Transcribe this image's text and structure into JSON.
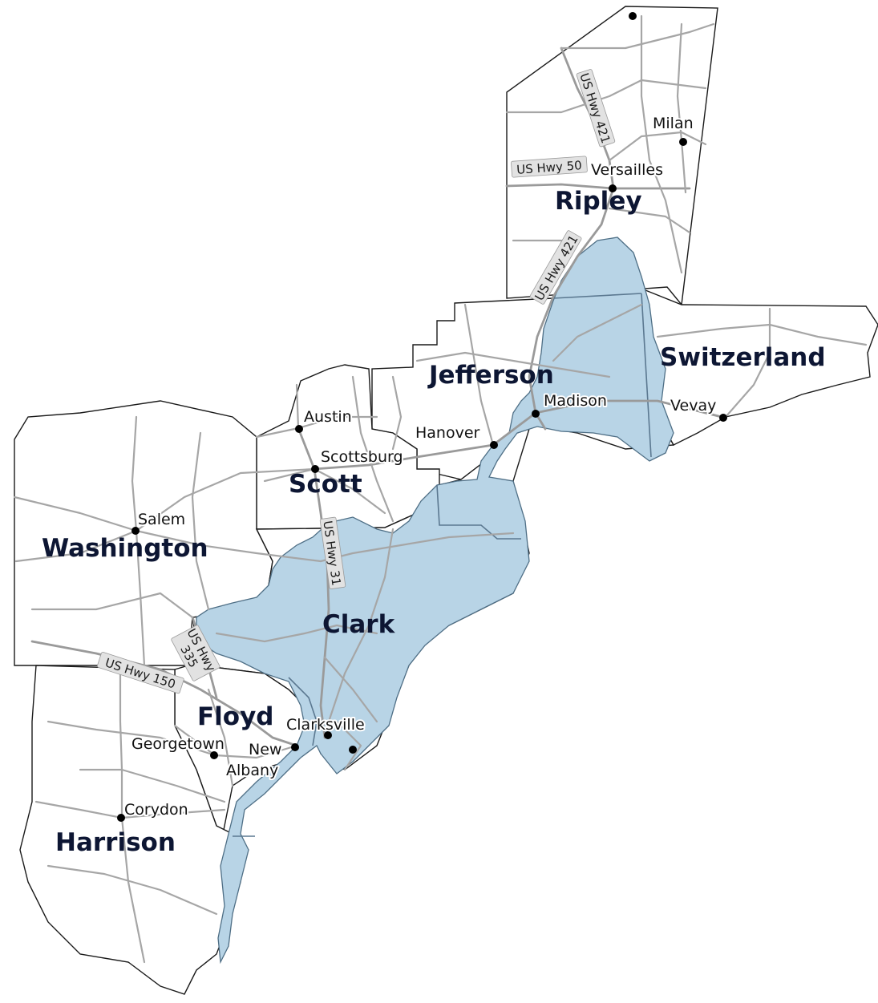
{
  "colors": {
    "region_fill": "#b8d4e6",
    "road": "#a6a6a6",
    "county_border": "#1a1a1a",
    "label": "#0d1633"
  },
  "counties": {
    "ripley": "Ripley",
    "switzerland": "Switzerland",
    "jefferson": "Jefferson",
    "scott": "Scott",
    "washington": "Washington",
    "clark": "Clark",
    "floyd": "Floyd",
    "harrison": "Harrison"
  },
  "towns": {
    "milan": "Milan",
    "versailles": "Versailles",
    "madison": "Madison",
    "vevay": "Vevay",
    "hanover": "Hanover",
    "austin": "Austin",
    "scottsburg": "Scottsburg",
    "salem": "Salem",
    "clarksville": "Clarksville",
    "new_albany_line1": "New",
    "new_albany_line2": "Albany",
    "georgetown": "Georgetown",
    "corydon": "Corydon"
  },
  "highways": {
    "us421_north": "US Hwy 421",
    "us421_south": "US Hwy 421",
    "us50": "US Hwy 50",
    "us31": "US Hwy 31",
    "us335_line1": "US Hwy",
    "us335_line2": "335",
    "us150": "US Hwy 150"
  }
}
